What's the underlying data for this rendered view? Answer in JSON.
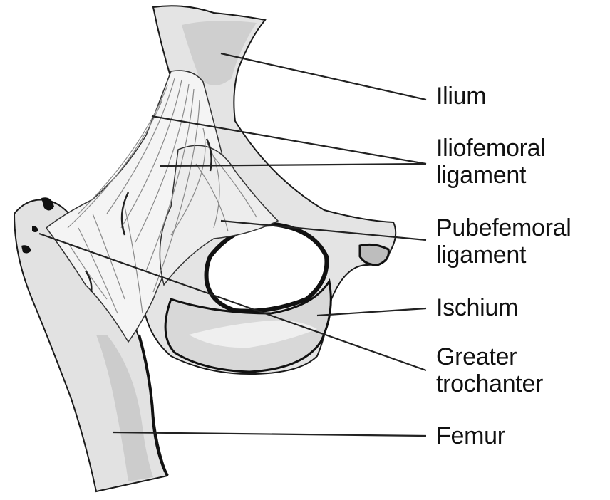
{
  "labels": {
    "ilium": "Ilium",
    "iliofemoral_1": "Iliofemoral",
    "iliofemoral_2": "ligament",
    "pubofemoral_1": "Pubefemoral",
    "pubofemoral_2": "ligament",
    "ischium": "Ischium",
    "greater_trochanter_1": "Greater",
    "greater_trochanter_2": "trochanter",
    "femur": "Femur"
  },
  "colors": {
    "bone_light": "#e6e6e6",
    "bone_mid": "#c9c9c9",
    "ligament": "#f2f2f2",
    "outline": "#111111",
    "leader": "#222222"
  }
}
